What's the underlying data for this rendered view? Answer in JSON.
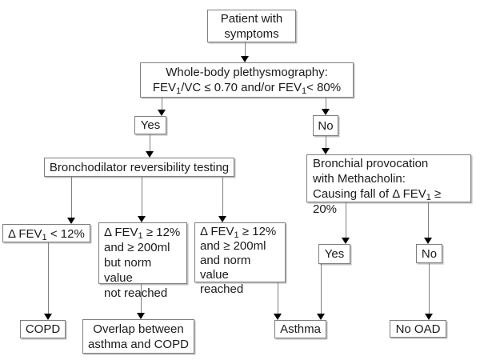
{
  "diagram": {
    "type": "flowchart",
    "topic": "Obstructive airway disease diagnostic algorithm",
    "colors": {
      "background": "#ffffff",
      "box_border": "#7e7e7e",
      "connector_line": "#7f7f7f",
      "arrowhead": "#000000",
      "text": "#1a1a1a"
    },
    "boxes": {
      "patient": {
        "line1": "Patient with",
        "line2": "symptoms"
      },
      "plethysmography": {
        "line1": "Whole-body plethysmography:",
        "line2": [
          "FEV",
          "1",
          "/VC ≤ 0.70 and/or FEV",
          "1",
          "< 80%"
        ]
      },
      "yes1": {
        "label": "Yes"
      },
      "no1": {
        "label": "No"
      },
      "bronchodilator": {
        "label": "Bronchodilator reversibility testing"
      },
      "methacholin": {
        "line1": "Bronchial provocation",
        "line2": "with Methacholin:",
        "line3": [
          "Causing fall of Δ FEV",
          "1",
          " ≥ 20%"
        ]
      },
      "crit_copd": {
        "line1": [
          "Δ FEV",
          "1",
          " < 12%"
        ]
      },
      "crit_overlap": {
        "line1": [
          "Δ FEV",
          "1",
          " ≥ 12%"
        ],
        "line2": "and ≥ 200ml",
        "line3": "but norm value",
        "line4": "not reached"
      },
      "crit_asthma": {
        "line1": [
          "Δ FEV",
          "1",
          " ≥ 12%"
        ],
        "line2": "and ≥ 200ml",
        "line3": "and norm value",
        "line4": "reached"
      },
      "yes2": {
        "label": "Yes"
      },
      "no2": {
        "label": "No"
      },
      "copd": {
        "label": "COPD"
      },
      "overlap": {
        "line1": "Overlap between",
        "line2": "asthma and COPD"
      },
      "asthma": {
        "label": "Asthma"
      },
      "no_oad": {
        "label": "No OAD"
      }
    }
  }
}
